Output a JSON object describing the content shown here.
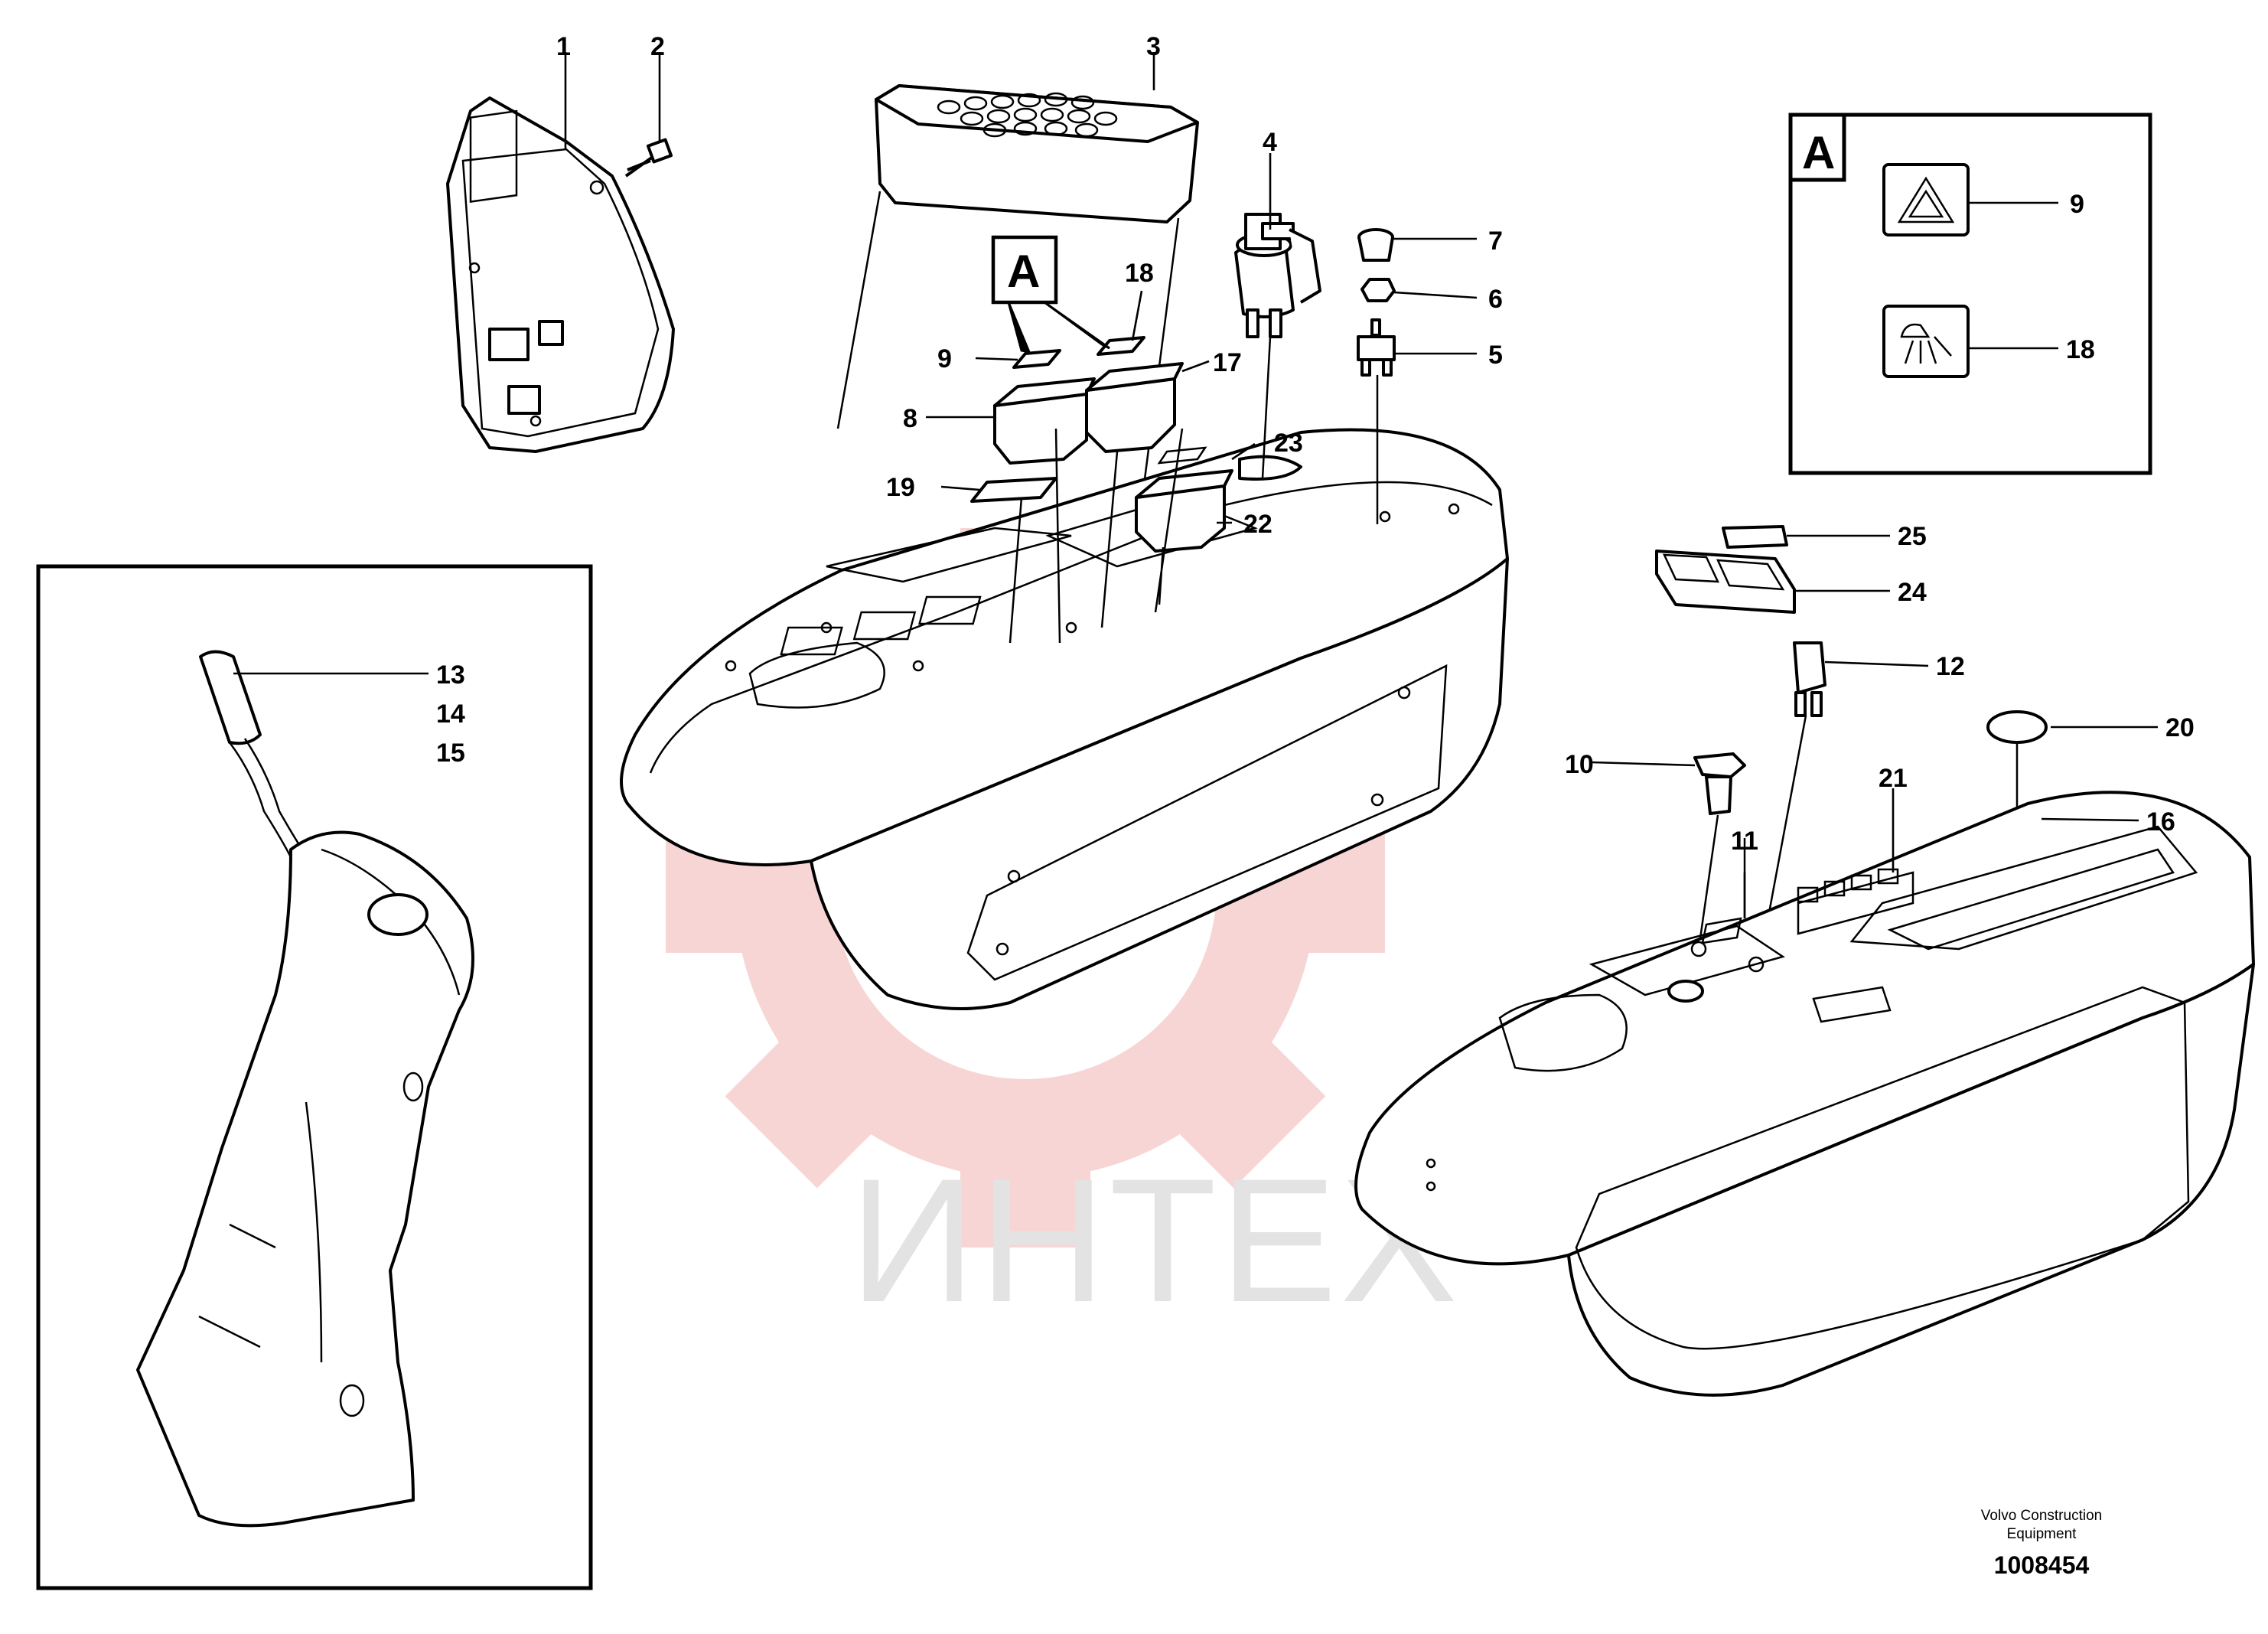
{
  "watermark": {
    "text": "ИНТЕХ",
    "color": "#f2a3a3"
  },
  "detail_labels": {
    "detail_a_top": "A",
    "detail_a_box": "A"
  },
  "callouts": {
    "c1": "1",
    "c2": "2",
    "c3": "3",
    "c4": "4",
    "c5": "5",
    "c6": "6",
    "c7": "7",
    "c8": "8",
    "c9a": "9",
    "c9b": "9",
    "c10": "10",
    "c11": "11",
    "c12": "12",
    "c13": "13",
    "c14": "14",
    "c15": "15",
    "c16": "16",
    "c17": "17",
    "c18a": "18",
    "c18b": "18",
    "c19": "19",
    "c20": "20",
    "c21": "21",
    "c22": "22",
    "c23": "23",
    "c24": "24",
    "c25": "25"
  },
  "icons": {
    "hazard": "hazard-warning-icon",
    "worklight": "work-light-icon"
  },
  "footer": {
    "company_line1": "Volvo Construction",
    "company_line2": "Equipment",
    "drawing_number": "1008454"
  }
}
